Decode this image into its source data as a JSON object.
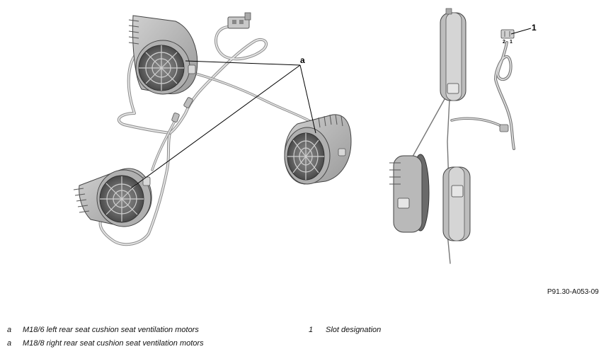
{
  "callouts": {
    "a": "a",
    "one": "1"
  },
  "connector_pins": {
    "left": "2",
    "right": "1"
  },
  "figure_reference": "P91.30-A053-09",
  "legend": [
    {
      "key": "a",
      "text": "M18/6 left rear seat cushion seat ventilation motors"
    },
    {
      "key": "a",
      "text": "M18/8 right rear seat cushion seat ventilation motors"
    },
    {
      "key": "1",
      "text": "Slot designation"
    }
  ]
}
